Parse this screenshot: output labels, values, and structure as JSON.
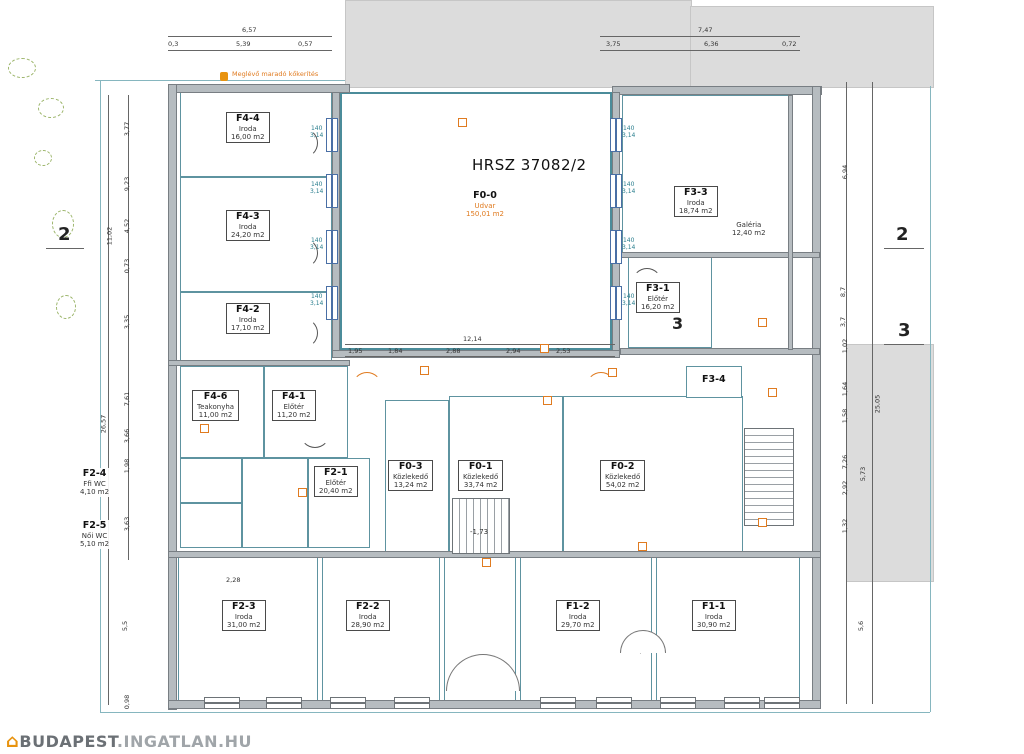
{
  "title": "HRSZ 37082/2",
  "fence_note": "Meglévő maradó kőkerítés",
  "level_note": "-1,73",
  "watermark": {
    "brand": "BUDAPEST",
    "suffix": ".INGATLAN.HU",
    "house_icon": "⌂"
  },
  "section_markers": {
    "left2": "2",
    "right2": "2",
    "right3": "3",
    "inner3": "3"
  },
  "courtyard": {
    "id": "F0-0",
    "type": "Udvar",
    "area": "150,01 m2"
  },
  "rooms": {
    "f4_4": {
      "id": "F4-4",
      "type": "Iroda",
      "area": "16,00 m2"
    },
    "f4_3": {
      "id": "F4-3",
      "type": "Iroda",
      "area": "24,20 m2"
    },
    "f4_2": {
      "id": "F4-2",
      "type": "Iroda",
      "area": "17,10 m2"
    },
    "f4_6": {
      "id": "F4-6",
      "type": "Teakonyha",
      "area": "11,00 m2"
    },
    "f4_1": {
      "id": "F4-1",
      "type": "Előtér",
      "area": "11,20 m2"
    },
    "f2_4": {
      "id": "F2-4",
      "type": "Ffi WC",
      "area": "4,10 m2"
    },
    "f2_5": {
      "id": "F2-5",
      "type": "Női WC",
      "area": "5,10 m2"
    },
    "f2_1": {
      "id": "F2-1",
      "type": "Előtér",
      "area": "20,40 m2"
    },
    "f0_3": {
      "id": "F0-3",
      "type": "Közlekedő",
      "area": "13,24 m2"
    },
    "f0_1": {
      "id": "F0-1",
      "type": "Közlekedő",
      "area": "33,74 m2"
    },
    "f0_2": {
      "id": "F0-2",
      "type": "Közlekedő",
      "area": "54,02 m2"
    },
    "f3_3": {
      "id": "F3-3",
      "type": "Iroda",
      "area": "18,74 m2"
    },
    "f3_3_gal": {
      "id": "Galéria",
      "area": "12,40 m2"
    },
    "f3_1": {
      "id": "F3-1",
      "type": "Előtér",
      "area": "16,20 m2"
    },
    "f3_4": {
      "id": "F3-4"
    },
    "f2_3": {
      "id": "F2-3",
      "type": "Iroda",
      "area": "31,00 m2"
    },
    "f2_2": {
      "id": "F2-2",
      "type": "Iroda",
      "area": "28,90 m2"
    },
    "f1_2": {
      "id": "F1-2",
      "type": "Iroda",
      "area": "29,70 m2"
    },
    "f1_1": {
      "id": "F1-1",
      "type": "Iroda",
      "area": "30,90 m2"
    }
  },
  "window_tag": {
    "w": "140",
    "h": "3,14"
  },
  "dims": {
    "tl_total": "6,57",
    "tl_1": "0,3",
    "tl_2": "5,39",
    "tl_3": "0,57",
    "tr_total": "7,47",
    "tr_1": "3,75",
    "tr_2": "6,36",
    "tr_3": "0,72",
    "mid_total": "12,14",
    "mid_1": "1,95",
    "mid_2": "1,84",
    "mid_3": "2,88",
    "mid_4": "2,94",
    "mid_5": "2,53",
    "l_1": "3,77",
    "l_2": "9,23",
    "l_3": "4,52",
    "l_4": "11,02",
    "l_5": "0,73",
    "l_6": "3,35",
    "l_7": "26,57",
    "l_8": "7,61",
    "l_9": "3,66",
    "l_10": "1,98",
    "l_11": "3,63",
    "l_12": "5,5",
    "l_13": "0,98",
    "r_1": "6,94",
    "r_2": "8,7",
    "r_3": "3,7",
    "r_4": "1,02",
    "r_5": "1,64",
    "r_6": "1,58",
    "r_7": "7,26",
    "r_8": "2,92",
    "r_9": "5,73",
    "r_10": "1,32",
    "r_11": "5,6",
    "r_12": "25,05",
    "b_1": "2,28"
  }
}
